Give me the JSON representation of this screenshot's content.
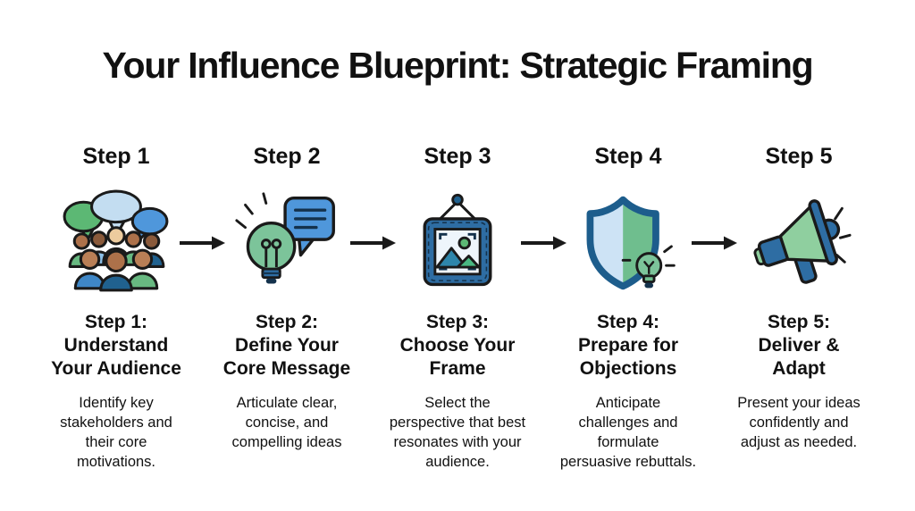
{
  "title": "Your Influence Blueprint: Strategic Framing",
  "steps": [
    {
      "header": "Step 1",
      "icon": "crowd-speech-bubbles-icon",
      "title": "Step 1:\nUnderstand\nYour Audience",
      "description": "Identify key\nstakeholders and\ntheir core\nmotivations."
    },
    {
      "header": "Step 2",
      "icon": "lightbulb-message-icon",
      "title": "Step 2:\nDefine Your\nCore Message",
      "description": "Articulate clear,\nconcise, and\ncompelling ideas"
    },
    {
      "header": "Step 3",
      "icon": "picture-frame-icon",
      "title": "Step 3:\nChoose Your\nFrame",
      "description": "Select the\nperspective that best\nresonates with your\naudience."
    },
    {
      "header": "Step 4",
      "icon": "shield-lightbulb-icon",
      "title": "Step 4:\nPrepare for\nObjections",
      "description": "Anticipate\nchallenges and\nformulate\npersuasive rebuttals."
    },
    {
      "header": "Step 5",
      "icon": "megaphone-icon",
      "title": "Step 5:\nDeliver &\nAdapt",
      "description": "Present your ideas\nconfidently and\nadjust as needed."
    }
  ],
  "arrow_count": 4,
  "colors": {
    "green": "#5cb874",
    "light_green": "#8fcf9f",
    "bulb_green": "#7cc49a",
    "blue": "#4f97db",
    "light_blue": "#c3ddf1",
    "navy": "#1f5f8f",
    "frame_blue": "#2e6da3",
    "outline": "#1a1a1a",
    "text": "#111111",
    "background": "#ffffff"
  }
}
